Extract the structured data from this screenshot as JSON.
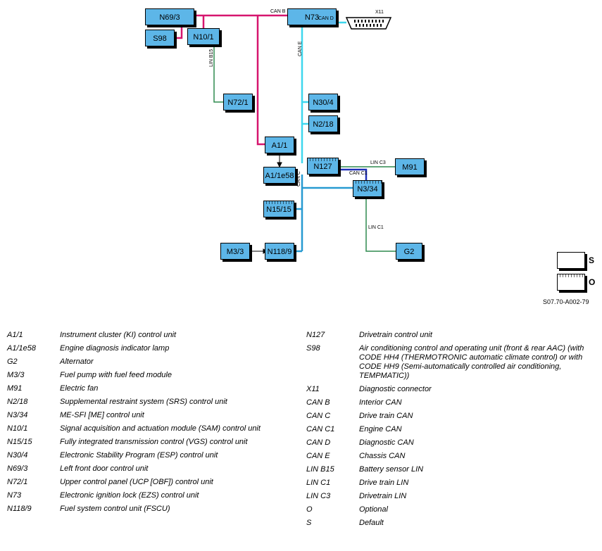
{
  "colors": {
    "can_b": "#d6156e",
    "can_e_and_d": "#3ed7ee",
    "can_c": "#279ad1",
    "can_c1": "#1f2fb8",
    "lin": "#2e8a4f",
    "node_fill": "#5db6e8"
  },
  "nodes": {
    "n69_3": "N69/3",
    "n73": "N73",
    "s98": "S98",
    "n10_1": "N10/1",
    "n72_1": "N72/1",
    "n30_4": "N30/4",
    "n2_18": "N2/18",
    "a1_1": "A1/1",
    "a1_1e58": "A1/1e58",
    "n127": "N127",
    "m91": "M91",
    "n3_34": "N3/34",
    "n15_15": "N15/15",
    "m3_3": "M3/3",
    "n118_9": "N118/9",
    "g2": "G2",
    "x11": "X11"
  },
  "bus_labels": {
    "can_b": "CAN B",
    "can_d": "CAN D",
    "can_e": "CAN E",
    "lin_b15": "LIN B15",
    "lin_c3": "LIN C3",
    "can_c1": "CAN C1",
    "can_c": "CAN C",
    "lin_c1": "LIN C1"
  },
  "key": {
    "s": "S",
    "o": "O"
  },
  "figure_id": "S07.70-A002-79",
  "legend_left": [
    {
      "code": "A1/1",
      "desc": "Instrument cluster (KI) control unit"
    },
    {
      "code": "A1/1e58",
      "desc": "Engine diagnosis indicator lamp"
    },
    {
      "code": "G2",
      "desc": "Alternator"
    },
    {
      "code": "M3/3",
      "desc": "Fuel pump with fuel feed module"
    },
    {
      "code": "M91",
      "desc": "Electric fan"
    },
    {
      "code": "N2/18",
      "desc": "Supplemental restraint system (SRS) control unit"
    },
    {
      "code": "N3/34",
      "desc": "ME-SFI [ME] control unit"
    },
    {
      "code": "N10/1",
      "desc": "Signal acquisition and actuation module (SAM) control unit"
    },
    {
      "code": "N15/15",
      "desc": "Fully integrated transmission control (VGS) control unit"
    },
    {
      "code": "N30/4",
      "desc": "Electronic Stability Program (ESP) control unit"
    },
    {
      "code": "N69/3",
      "desc": "Left front door control unit"
    },
    {
      "code": "N72/1",
      "desc": "Upper control panel (UCP [OBF]) control unit"
    },
    {
      "code": "N73",
      "desc": "Electronic ignition lock (EZS) control unit"
    },
    {
      "code": "N118/9",
      "desc": "Fuel system control unit (FSCU)"
    }
  ],
  "legend_right": [
    {
      "code": "N127",
      "desc": "Drivetrain control unit"
    },
    {
      "code": "S98",
      "desc": "Air conditioning control and operating unit (front & rear AAC) (with CODE HH4 (THERMOTRONIC automatic climate control) or with CODE HH9 (Semi-automatically controlled air conditioning, TEMPMATIC))"
    },
    {
      "code": "X11",
      "desc": "Diagnostic connector"
    },
    {
      "code": "CAN B",
      "desc": "Interior CAN"
    },
    {
      "code": "CAN C",
      "desc": "Drive train CAN"
    },
    {
      "code": "CAN C1",
      "desc": "Engine CAN"
    },
    {
      "code": "CAN D",
      "desc": "Diagnostic CAN"
    },
    {
      "code": "CAN E",
      "desc": "Chassis CAN"
    },
    {
      "code": "LIN B15",
      "desc": "Battery sensor LIN"
    },
    {
      "code": "LIN C1",
      "desc": "Drive train LIN"
    },
    {
      "code": "LIN C3",
      "desc": "Drivetrain LIN"
    },
    {
      "code": "O",
      "desc": "Optional"
    },
    {
      "code": "S",
      "desc": "Default"
    }
  ]
}
